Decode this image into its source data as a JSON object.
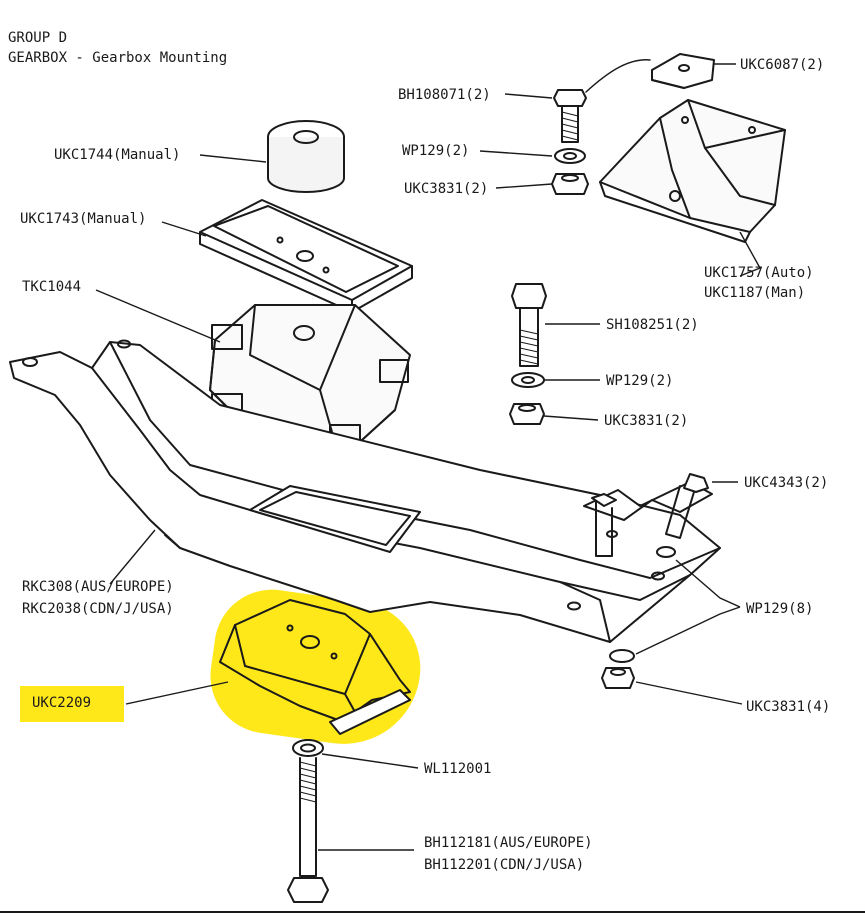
{
  "header": {
    "group": "GROUP D",
    "subtitle": "GEARBOX - Gearbox Mounting"
  },
  "parts": {
    "bh108071": "BH108071(2)",
    "ukc6087": "UKC6087(2)",
    "ukc1744": "UKC1744(Manual)",
    "wp129_top": "WP129(2)",
    "ukc3831_top": "UKC3831(2)",
    "ukc1743": "UKC1743(Manual)",
    "ukc1757": "UKC1757(Auto)",
    "ukc1187": "UKC1187(Man)",
    "tkc1044": "TKC1044",
    "sh108251": "SH108251(2)",
    "wp129_mid": "WP129(2)",
    "ukc3831_mid": "UKC3831(2)",
    "ukc4343": "UKC4343(2)",
    "rkc308": "RKC308(AUS/EUROPE)",
    "rkc2038": "RKC2038(CDN/J/USA)",
    "wp129_low": "WP129(8)",
    "ukc2209": "UKC2209",
    "ukc3831_low": "UKC3831(4)",
    "wl112001": "WL112001",
    "bh112181": "BH112181(AUS/EUROPE)",
    "bh112201": "BH112201(CDN/J/USA)"
  },
  "colors": {
    "highlight": "#ffe81a",
    "ink": "#1a1a1a"
  }
}
